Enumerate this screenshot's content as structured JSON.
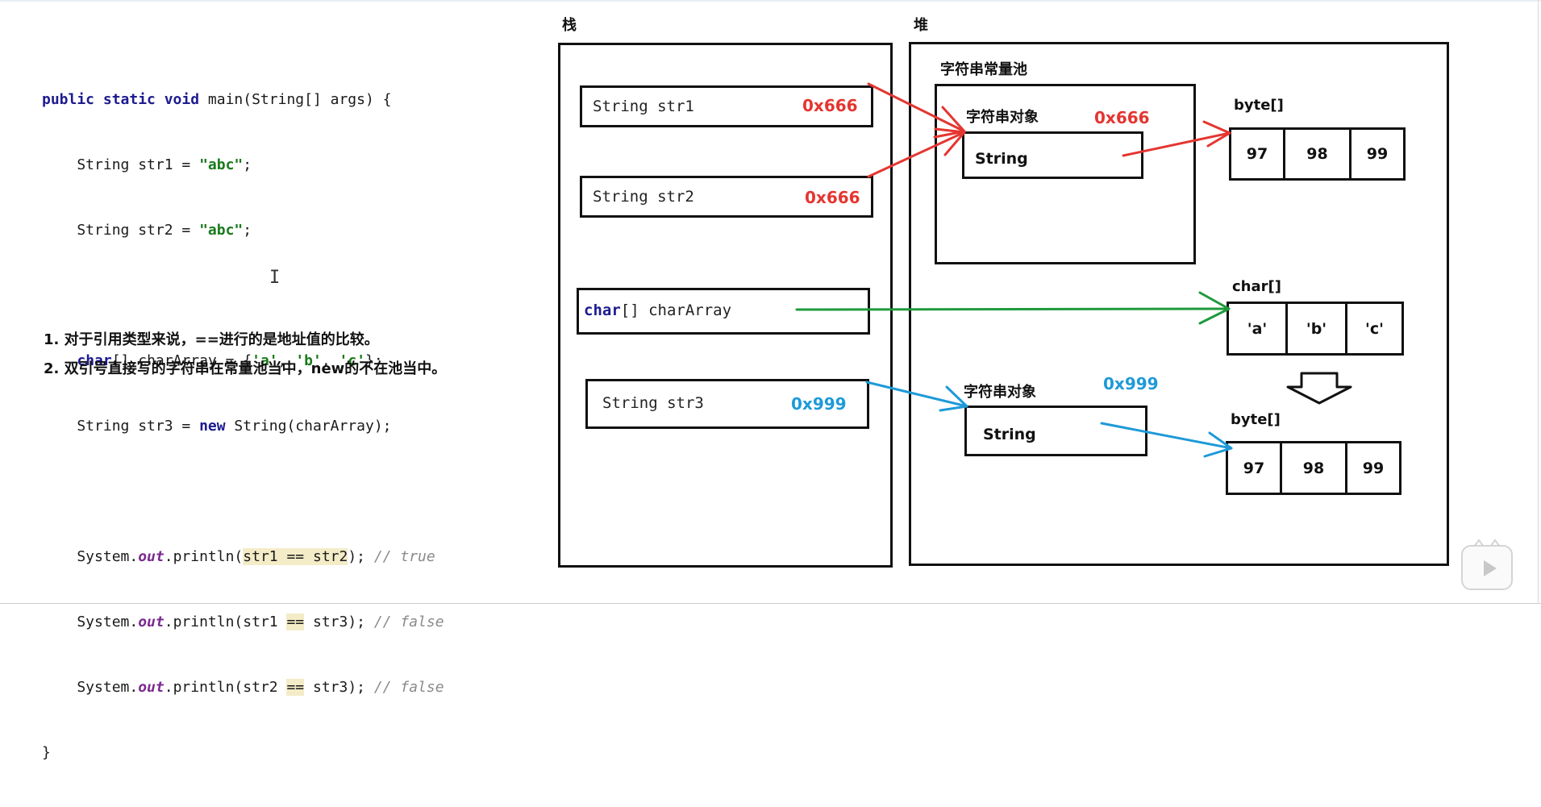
{
  "code": {
    "line1": {
      "kw": "public static void",
      "rest": " main(String[] args) {"
    },
    "line2": {
      "pre": "    String str1 = ",
      "str": "\"abc\"",
      "post": ";"
    },
    "line3": {
      "pre": "    String str2 = ",
      "str": "\"abc\"",
      "post": ";"
    },
    "line5": {
      "pre": "    ",
      "kw": "char",
      "mid": "[] charArray = {",
      "s1": "'a'",
      "c1": ", ",
      "s2": "'b'",
      "c2": ", ",
      "s3": "'c'",
      "post": "};"
    },
    "line6": {
      "pre": "    String str3 = ",
      "kw": "new",
      "post": " String(charArray);"
    },
    "line8": {
      "pre": "    System.",
      "fld": "out",
      "mid": ".println(",
      "hl": "str1 == str2",
      "post": "); ",
      "cmt": "// true"
    },
    "line9": {
      "pre": "    System.",
      "fld": "out",
      "mid": ".println(str1 ",
      "hl": "==",
      "post": " str3); ",
      "cmt": "// false"
    },
    "line10": {
      "pre": "    System.",
      "fld": "out",
      "mid": ".println(str2 ",
      "hl": "==",
      "post": " str3); ",
      "cmt": "// false"
    },
    "line11": "}"
  },
  "notes": [
    "1. 对于引用类型来说，==进行的是地址值的比较。",
    "2. 双引号直接写的字符串在常量池当中，new的不在池当中。"
  ],
  "stack": {
    "title": "栈",
    "vars": [
      {
        "name": "String str1",
        "addr": "0x666"
      },
      {
        "name": "String str2",
        "addr": "0x666"
      },
      {
        "kw": "char",
        "name": "[] charArray"
      },
      {
        "name": "String str3",
        "addr": "0x999"
      }
    ]
  },
  "heap": {
    "title": "堆",
    "pool_title": "字符串常量池",
    "pool_obj": {
      "title": "字符串对象",
      "addr": "0x666",
      "type": "String"
    },
    "new_obj": {
      "title": "字符串对象",
      "addr": "0x999",
      "type": "String"
    },
    "byte1": {
      "title": "byte[]",
      "cells": [
        "97",
        "98",
        "99"
      ]
    },
    "chars": {
      "title": "char[]",
      "cells": [
        "'a'",
        "'b'",
        "'c'"
      ]
    },
    "byte2": {
      "title": "byte[]",
      "cells": [
        "97",
        "98",
        "99"
      ]
    }
  },
  "colors": {
    "red": "#e53530",
    "green": "#1f9a3c",
    "blue": "#1e9ad8"
  }
}
